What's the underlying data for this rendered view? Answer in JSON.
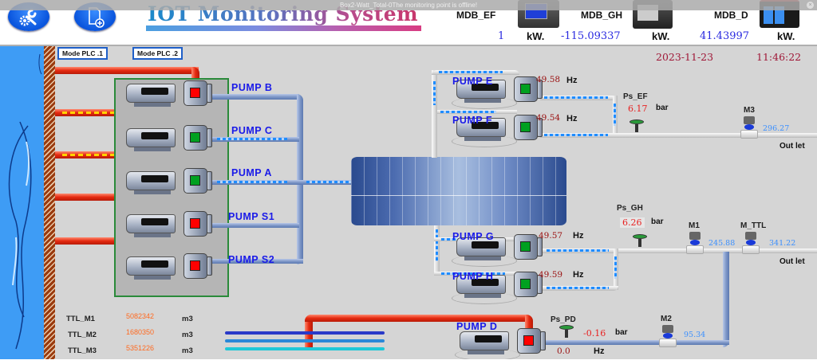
{
  "notification": {
    "text": "Box2-Watt_Total-0The monitoring point is offline!"
  },
  "header": {
    "title": "IOT Monitoring System",
    "buttons": [
      {
        "name": "settings",
        "icon": "wrench-gear-icon"
      },
      {
        "name": "add-report",
        "icon": "document-add-icon"
      }
    ],
    "meters": [
      {
        "label": "MDB_EF",
        "value": "1",
        "unit": "kW."
      },
      {
        "label": "MDB_GH",
        "value": "-115.09337",
        "unit": "kW."
      },
      {
        "label": "MDB_D",
        "value": "41.43997",
        "unit": "kW."
      }
    ]
  },
  "scada": {
    "mode_buttons": [
      "Mode PLC .1",
      "Mode PLC .2"
    ],
    "date": "2023-11-23",
    "time": "11:46:22",
    "left_pumps": [
      {
        "label": "PUMP B",
        "status": "stopped",
        "status_color": "#ff0000"
      },
      {
        "label": "PUMP C",
        "status": "running",
        "status_color": "#00a020"
      },
      {
        "label": "PUMP A",
        "status": "running",
        "status_color": "#00a020"
      },
      {
        "label": "PUMP S1",
        "status": "stopped",
        "status_color": "#ff0000"
      },
      {
        "label": "PUMP S2",
        "status": "stopped",
        "status_color": "#ff0000"
      }
    ],
    "right_pumps": [
      {
        "label": "PUMP E",
        "hz": "49.58",
        "unit": "Hz",
        "status": "running",
        "status_color": "#00a020"
      },
      {
        "label": "PUMP F",
        "hz": "49.54",
        "unit": "Hz",
        "status": "running",
        "status_color": "#00a020"
      },
      {
        "label": "PUMP G",
        "hz": "49.57",
        "unit": "Hz",
        "status": "running",
        "status_color": "#00a020"
      },
      {
        "label": "PUMP H",
        "hz": "49.59",
        "unit": "Hz",
        "status": "running",
        "status_color": "#00a020"
      },
      {
        "label": "PUMP D",
        "hz": "0.0",
        "unit": "Hz",
        "status": "stopped",
        "status_color": "#ff0000"
      }
    ],
    "pressure_sensors": [
      {
        "label": "Ps_EF",
        "value": "6.17",
        "unit": "bar"
      },
      {
        "label": "Ps_GH",
        "value": "6.26",
        "unit": "bar"
      },
      {
        "label": "Ps_PD",
        "value": "-0.16",
        "unit": "bar"
      }
    ],
    "flow_meters": [
      {
        "label": "M3",
        "value": "296.27"
      },
      {
        "label": "M1",
        "value": "245.88"
      },
      {
        "label": "M_TTL",
        "value": "341.22"
      },
      {
        "label": "M2",
        "value": "95.34"
      }
    ],
    "outlets": [
      "Out let",
      "Out let"
    ],
    "totals": [
      {
        "label": "TTL_M1",
        "value": "5082342",
        "unit": "m3"
      },
      {
        "label": "TTL_M2",
        "value": "1680350",
        "unit": "m3"
      },
      {
        "label": "TTL_M3",
        "value": "5351226",
        "unit": "m3"
      }
    ]
  }
}
